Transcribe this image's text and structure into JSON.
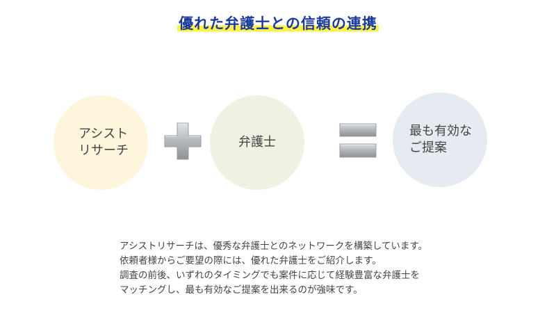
{
  "title": "優れた弁護士との信頼の連携",
  "formula": {
    "left": {
      "line1": "アシスト",
      "line2": "リサーチ"
    },
    "middle": {
      "line1": "弁護士"
    },
    "result": {
      "line1": "最も有効な",
      "line2": "ご提案"
    }
  },
  "description": [
    "アシストリサーチは、優秀な弁護士とのネットワークを構築しています。",
    "依頼者様からご要望の際には、優れた弁護士をご紹介します。",
    "調査の前後、いずれのタイミングでも案件に応じて経験豊富な弁護士を",
    "マッチングし、最も有効なご提案を出来るのが強味です。"
  ],
  "colors": {
    "title": "#1a3a9c",
    "highlight": "#fff04a",
    "circle_left": "#fdf6dd",
    "circle_middle": "#eef2e3",
    "circle_result": "#e6eaf1",
    "operator": "#b8bcc0"
  },
  "icons": {
    "plus": "plus-icon",
    "equals": "equals-icon"
  }
}
